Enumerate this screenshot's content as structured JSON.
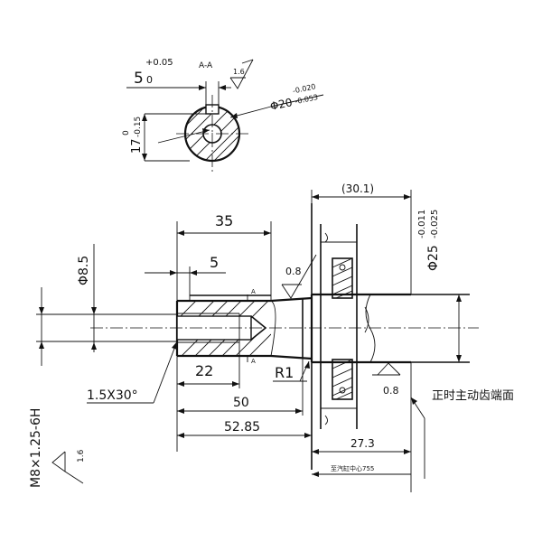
{
  "section_view": {
    "label": "A-A",
    "keyway_width": "5",
    "keyway_width_tol_upper": "+0.05",
    "keyway_width_tol_lower": "0",
    "key_depth": "17",
    "key_depth_tol_upper": "0",
    "key_depth_tol_lower": "-0.15",
    "shaft_diameter": "Φ20",
    "shaft_diameter_tol_upper": "-0.020",
    "shaft_diameter_tol_lower": "-0.053",
    "roughness": "1.6"
  },
  "main_view": {
    "dim_30_1": "(30.1)",
    "dim_35": "35",
    "dim_5": "5",
    "dim_phi8_5": "Φ8.5",
    "roughness_0_8_top": "0.8",
    "roughness_0_8_bottom": "0.8",
    "section_mark_top": "A",
    "section_mark_bottom": "A",
    "dim_phi25": "Φ25",
    "dim_phi25_tol_upper": "-0.011",
    "dim_phi25_tol_lower": "-0.025",
    "dim_22": "22",
    "radius": "R1",
    "chamfer": "1.5X30°",
    "dim_50": "50",
    "dim_52_85": "52.85",
    "dim_27_3": "27.3",
    "thread": "M8×1.25-6H",
    "roughness_thread": "1.6",
    "note_timing_gear": "正时主动齿端面",
    "note_cylinder_center": "至汽缸中心755"
  }
}
